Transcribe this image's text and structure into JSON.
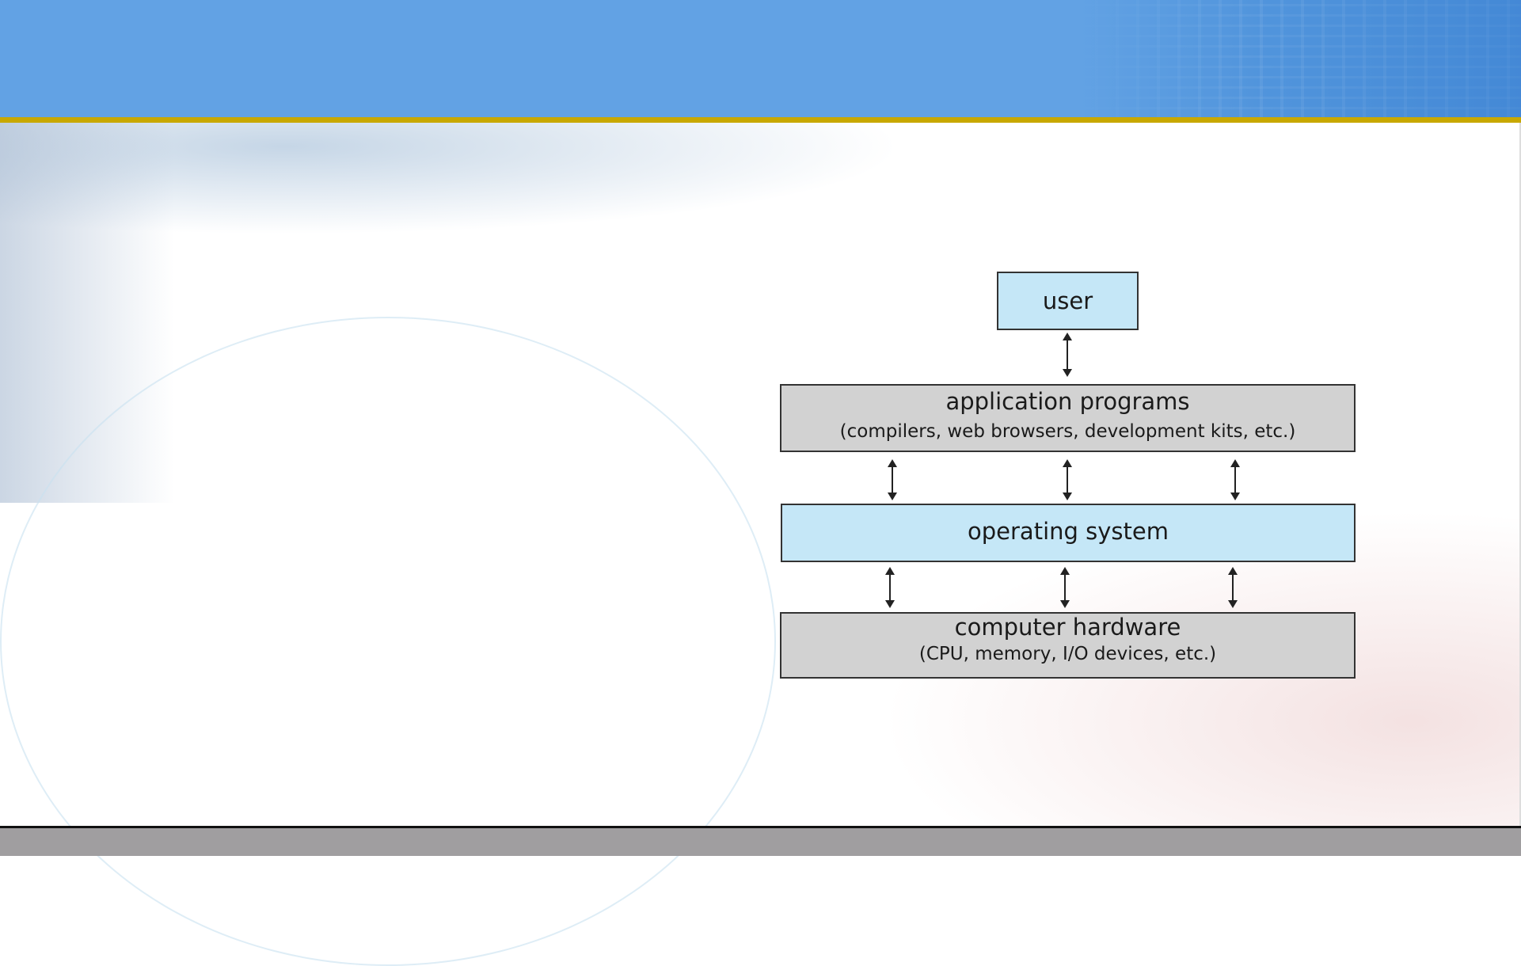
{
  "diagram": {
    "user": "user",
    "application": {
      "title": "application programs",
      "subtitle": "(compilers, web browsers, development kits, etc.)"
    },
    "os": "operating system",
    "hardware": {
      "title": "computer hardware",
      "subtitle": "(CPU, memory, I/O devices, etc.)"
    }
  },
  "colors": {
    "header": "#62a2e4",
    "accent_line": "#c8a800",
    "blue_box": "#c5e7f7",
    "grey_box": "#d2d2d2",
    "footer": "#a09ea0"
  }
}
